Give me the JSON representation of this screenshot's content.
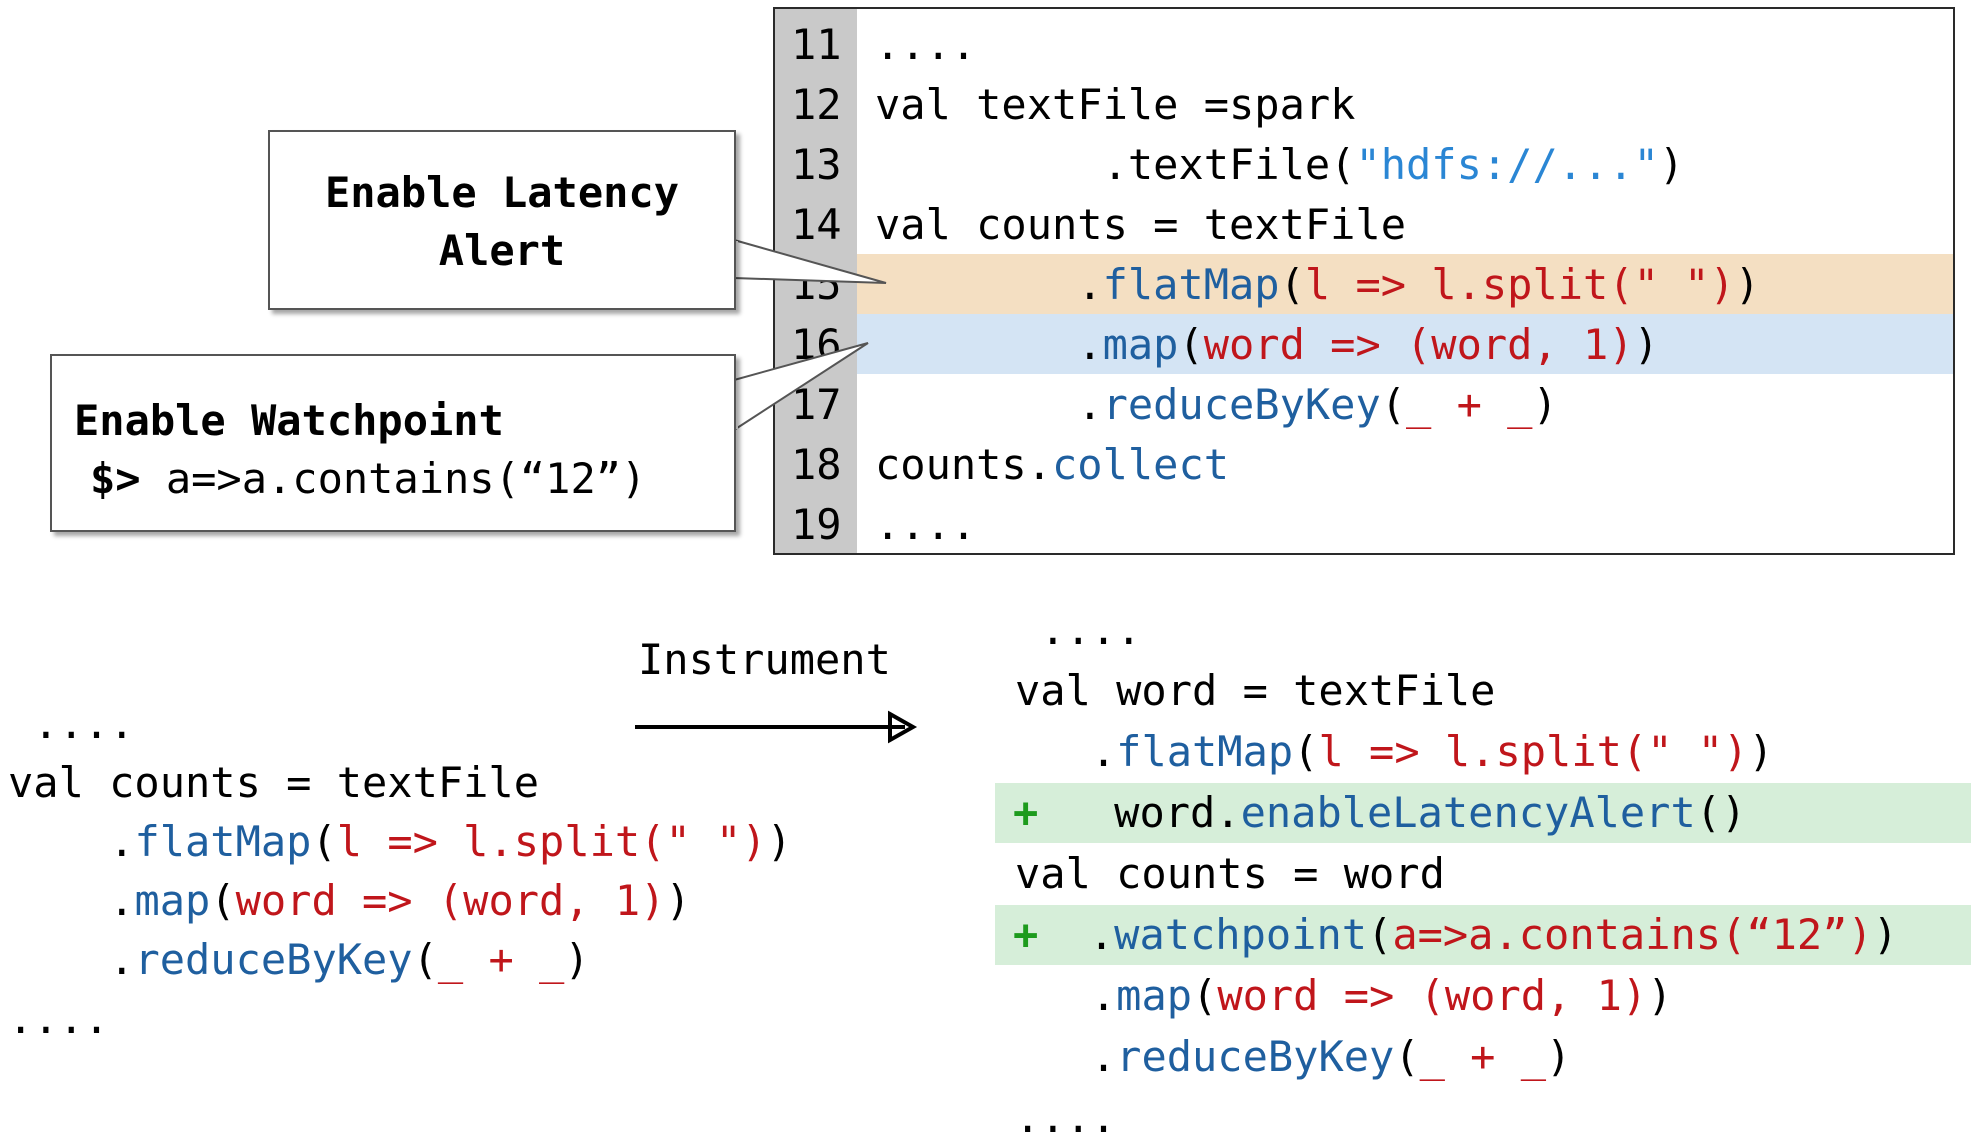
{
  "editor": {
    "lines": [
      {
        "num": "11",
        "segments": [
          {
            "t": "....",
            "c": "dim"
          }
        ]
      },
      {
        "num": "12",
        "segments": [
          {
            "t": "val textFile =spark",
            "c": ""
          }
        ]
      },
      {
        "num": "13",
        "segments": [
          {
            "t": "         .textFile(",
            "c": ""
          },
          {
            "t": "\"hdfs://...\"",
            "c": "str"
          },
          {
            "t": ")",
            "c": ""
          }
        ]
      },
      {
        "num": "14",
        "segments": [
          {
            "t": "val counts = textFile",
            "c": ""
          }
        ]
      },
      {
        "num": "15",
        "segments": [
          {
            "t": "        .",
            "c": ""
          },
          {
            "t": "flatMap",
            "c": "blue"
          },
          {
            "t": "(",
            "c": ""
          },
          {
            "t": "l => l.split(\" \")",
            "c": "red"
          },
          {
            "t": ")",
            "c": ""
          }
        ]
      },
      {
        "num": "16",
        "segments": [
          {
            "t": "        .",
            "c": ""
          },
          {
            "t": "map",
            "c": "blue"
          },
          {
            "t": "(",
            "c": ""
          },
          {
            "t": "word => (word, 1)",
            "c": "red"
          },
          {
            "t": ")",
            "c": ""
          }
        ]
      },
      {
        "num": "17",
        "segments": [
          {
            "t": "        .",
            "c": ""
          },
          {
            "t": "reduceByKey",
            "c": "blue"
          },
          {
            "t": "(",
            "c": ""
          },
          {
            "t": "_ + _",
            "c": "red"
          },
          {
            "t": ")",
            "c": ""
          }
        ]
      },
      {
        "num": "18",
        "segments": [
          {
            "t": "counts.",
            "c": ""
          },
          {
            "t": "collect",
            "c": "blue"
          }
        ]
      },
      {
        "num": "19",
        "segments": [
          {
            "t": "....",
            "c": "dim"
          }
        ]
      }
    ]
  },
  "callouts": {
    "latency": "Enable Latency\nAlert",
    "watchpoint_title": "Enable Watchpoint",
    "watchpoint_prefix": "$>",
    "watchpoint_expr": " a=>a.contains(“12”)"
  },
  "arrow_label": "Instrument",
  "original_code": [
    {
      "segments": [
        {
          "t": " ....",
          "c": ""
        }
      ]
    },
    {
      "segments": [
        {
          "t": "val counts = textFile",
          "c": ""
        }
      ]
    },
    {
      "segments": [
        {
          "t": "    .",
          "c": ""
        },
        {
          "t": "flatMap",
          "c": "blue"
        },
        {
          "t": "(",
          "c": ""
        },
        {
          "t": "l => l.split(\" \")",
          "c": "red"
        },
        {
          "t": ")",
          "c": ""
        }
      ]
    },
    {
      "segments": [
        {
          "t": "    .",
          "c": ""
        },
        {
          "t": "map",
          "c": "blue"
        },
        {
          "t": "(",
          "c": ""
        },
        {
          "t": "word => (word, 1)",
          "c": "red"
        },
        {
          "t": ")",
          "c": ""
        }
      ]
    },
    {
      "segments": [
        {
          "t": "    .",
          "c": ""
        },
        {
          "t": "reduceByKey",
          "c": "blue"
        },
        {
          "t": "(",
          "c": ""
        },
        {
          "t": "_ + _",
          "c": "red"
        },
        {
          "t": ")",
          "c": ""
        }
      ]
    },
    {
      "segments": [
        {
          "t": "....",
          "c": ""
        }
      ]
    }
  ],
  "instrumented_code": [
    {
      "added": false,
      "segments": [
        {
          "t": " ....",
          "c": ""
        }
      ]
    },
    {
      "added": false,
      "segments": [
        {
          "t": "val word = textFile",
          "c": ""
        }
      ]
    },
    {
      "added": false,
      "segments": [
        {
          "t": "   .",
          "c": ""
        },
        {
          "t": "flatMap",
          "c": "blue"
        },
        {
          "t": "(",
          "c": ""
        },
        {
          "t": "l => l.split(\" \")",
          "c": "red"
        },
        {
          "t": ")",
          "c": ""
        }
      ]
    },
    {
      "added": true,
      "segments": [
        {
          "t": "+",
          "c": "green"
        },
        {
          "t": "   word.",
          "c": ""
        },
        {
          "t": "enableLatencyAlert",
          "c": "blue"
        },
        {
          "t": "()",
          "c": ""
        }
      ]
    },
    {
      "added": false,
      "segments": [
        {
          "t": "val counts = word",
          "c": ""
        }
      ]
    },
    {
      "added": true,
      "segments": [
        {
          "t": "+",
          "c": "green"
        },
        {
          "t": "  .",
          "c": ""
        },
        {
          "t": "watchpoint",
          "c": "blue"
        },
        {
          "t": "(",
          "c": ""
        },
        {
          "t": "a=>a.contains(“12”)",
          "c": "red"
        },
        {
          "t": ")",
          "c": ""
        }
      ]
    },
    {
      "added": false,
      "segments": [
        {
          "t": "   .",
          "c": ""
        },
        {
          "t": "map",
          "c": "blue"
        },
        {
          "t": "(",
          "c": ""
        },
        {
          "t": "word => (word, 1)",
          "c": "red"
        },
        {
          "t": ")",
          "c": ""
        }
      ]
    },
    {
      "added": false,
      "segments": [
        {
          "t": "   .",
          "c": ""
        },
        {
          "t": "reduceByKey",
          "c": "blue"
        },
        {
          "t": "(",
          "c": ""
        },
        {
          "t": "_ + _",
          "c": "red"
        },
        {
          "t": ")",
          "c": ""
        }
      ]
    },
    {
      "added": false,
      "segments": [
        {
          "t": "....",
          "c": ""
        }
      ]
    }
  ],
  "colors": {
    "red": "#c0161b",
    "blue": "#1f5f9f",
    "string": "#2a86d4",
    "green": "#1d9b1d",
    "highlight_orange": "#f4dfc2",
    "highlight_blue": "#d4e4f4",
    "diff_added": "#d6eed9",
    "gutter": "#c9c9c9"
  }
}
